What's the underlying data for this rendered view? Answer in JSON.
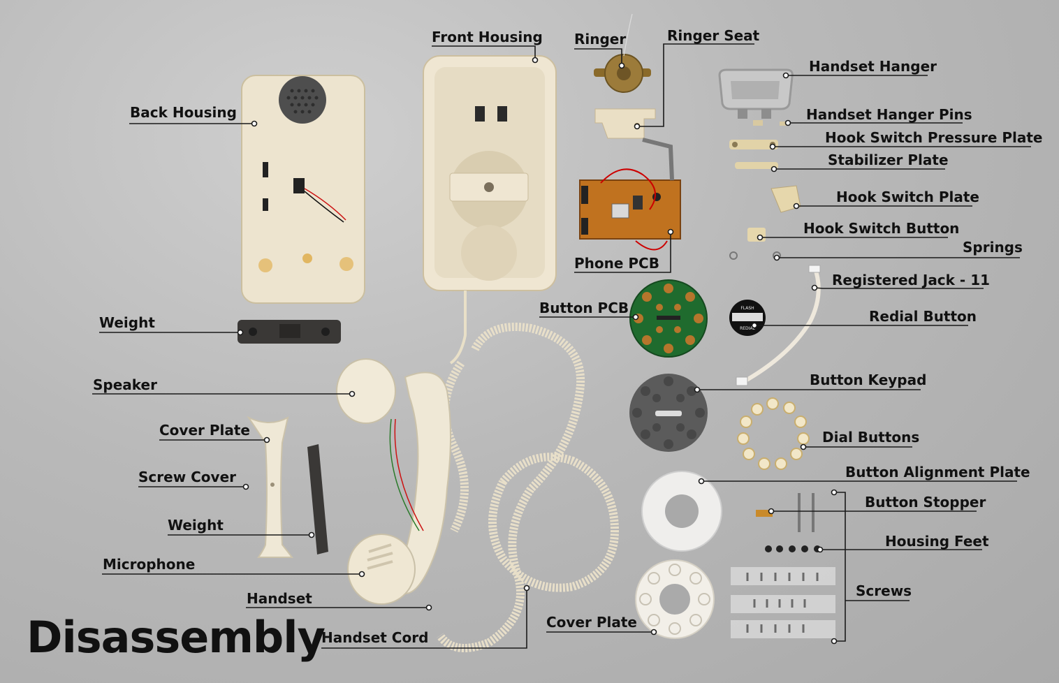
{
  "title": "Disassembly",
  "labels": {
    "front_housing": "Front Housing",
    "ringer": "Ringer",
    "ringer_seat": "Ringer Seat",
    "handset_hanger": "Handset Hanger",
    "back_housing": "Back Housing",
    "handset_hanger_pins": "Handset Hanger Pins",
    "hook_switch_pressure_plate": "Hook Switch Pressure Plate",
    "stabilizer_plate": "Stabilizer Plate",
    "hook_switch_plate": "Hook Switch Plate",
    "hook_switch_button": "Hook Switch Button",
    "springs": "Springs",
    "phone_pcb": "Phone PCB",
    "registered_jack": "Registered Jack - 11",
    "button_pcb": "Button PCB",
    "redial_button": "Redial Button",
    "weight_top": "Weight",
    "speaker": "Speaker",
    "button_keypad": "Button Keypad",
    "cover_plate_left": "Cover Plate",
    "dial_buttons": "Dial Buttons",
    "screw_cover": "Screw Cover",
    "button_alignment_plate": "Button Alignment Plate",
    "button_stopper": "Button Stopper",
    "weight_bottom": "Weight",
    "housing_feet": "Housing Feet",
    "microphone": "Microphone",
    "screws": "Screws",
    "handset": "Handset",
    "cover_plate_right": "Cover Plate",
    "handset_cord": "Handset Cord"
  },
  "redial_face": {
    "top": "FLASH",
    "bottom": "REDIAL"
  },
  "colors": {
    "background": "#b9b9b9",
    "label_text": "#111111",
    "leader_line": "#1a1a1a",
    "plastic": "#ece3cf",
    "pcb": "#b5651d",
    "green_pcb": "#1f6b2e"
  }
}
